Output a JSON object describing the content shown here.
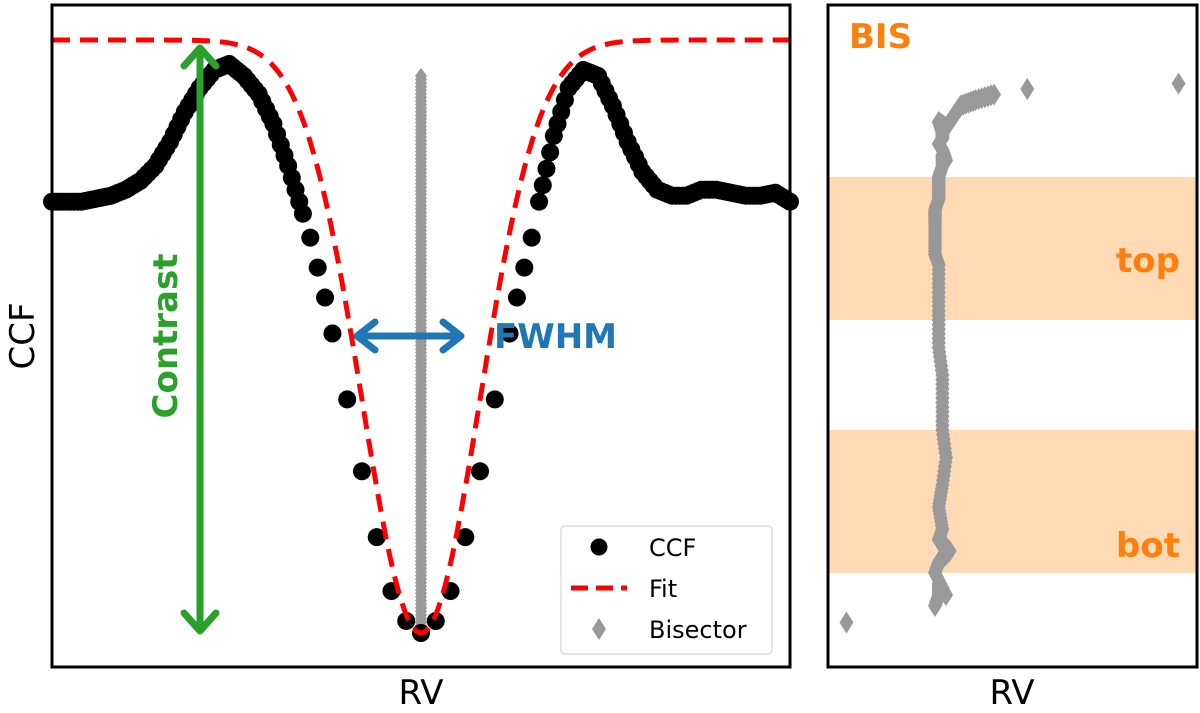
{
  "chart_data": [
    {
      "type": "scatter",
      "panel": "main",
      "title": "",
      "xlabel": "RV",
      "ylabel": "CCF",
      "xlim": [
        -1.0,
        1.0
      ],
      "ylim": [
        0.0,
        1.0
      ],
      "grid": false,
      "ticks": "none",
      "legend": {
        "placement": "bottom-right",
        "entries": [
          {
            "label": "CCF",
            "marker": "circle",
            "color": "#000000"
          },
          {
            "label": "Fit",
            "marker": "dashed-line",
            "color": "#ff0000"
          },
          {
            "label": "Bisector",
            "marker": "diamond",
            "color": "#999999"
          }
        ]
      },
      "series": [
        {
          "name": "CCF",
          "color": "#000000",
          "x": [
            -1.0,
            -0.96,
            -0.92,
            -0.88,
            -0.84,
            -0.8,
            -0.76,
            -0.72,
            -0.68,
            -0.64,
            -0.6,
            -0.56,
            -0.52,
            -0.48,
            -0.44,
            -0.4,
            -0.36,
            -0.32,
            -0.3,
            -0.28,
            -0.26,
            -0.24,
            -0.2,
            -0.16,
            -0.12,
            -0.08,
            -0.04,
            0.0,
            0.04,
            0.08,
            0.12,
            0.16,
            0.2,
            0.24,
            0.26,
            0.28,
            0.3,
            0.32,
            0.36,
            0.4,
            0.44,
            0.48,
            0.52,
            0.56,
            0.6,
            0.64,
            0.68,
            0.72,
            0.76,
            0.8,
            0.84,
            0.88,
            0.92,
            0.96,
            1.0
          ],
          "y": [
            0.72,
            0.72,
            0.72,
            0.725,
            0.73,
            0.74,
            0.755,
            0.78,
            0.82,
            0.87,
            0.91,
            0.94,
            0.95,
            0.93,
            0.9,
            0.85,
            0.78,
            0.7,
            0.66,
            0.61,
            0.56,
            0.5,
            0.39,
            0.27,
            0.16,
            0.07,
            0.02,
            0.0,
            0.02,
            0.07,
            0.16,
            0.27,
            0.39,
            0.5,
            0.56,
            0.61,
            0.66,
            0.72,
            0.83,
            0.91,
            0.94,
            0.93,
            0.88,
            0.82,
            0.77,
            0.74,
            0.73,
            0.73,
            0.74,
            0.74,
            0.735,
            0.73,
            0.73,
            0.735,
            0.72
          ]
        },
        {
          "name": "Fit",
          "type": "line",
          "style": "dashed",
          "color": "#ff0000",
          "model": "gaussian",
          "continuum": 0.99,
          "depth": 0.99,
          "center": 0.0,
          "sigma": 0.16
        },
        {
          "name": "Bisector",
          "color": "#999999",
          "x_center": 0.0,
          "y_range": [
            0.0,
            0.93
          ]
        }
      ],
      "annotations": [
        {
          "text": "Contrast",
          "color": "#2ca02c",
          "type": "double-arrow-vertical"
        },
        {
          "text": "FWHM",
          "color": "#1f77b4",
          "type": "double-arrow-horizontal"
        }
      ]
    },
    {
      "type": "scatter",
      "panel": "bisector",
      "title": "BIS",
      "xlabel": "RV",
      "ylabel": "",
      "xlim": [
        0.0,
        1.0
      ],
      "ylim": [
        0.0,
        1.0
      ],
      "grid": false,
      "ticks": "none",
      "series": [
        {
          "name": "Bisector",
          "color": "#999999",
          "x": [
            0.05,
            0.29,
            0.3,
            0.3,
            0.32,
            0.29,
            0.3,
            0.33,
            0.3,
            0.31,
            0.3,
            0.31,
            0.32,
            0.31,
            0.31,
            0.31,
            0.3,
            0.3,
            0.3,
            0.3,
            0.29,
            0.29,
            0.29,
            0.29,
            0.3,
            0.3,
            0.3,
            0.31,
            0.31,
            0.32,
            0.31,
            0.3,
            0.31,
            0.31,
            0.3,
            0.32,
            0.34,
            0.35,
            0.36,
            0.4,
            0.45,
            0.54,
            0.95
          ],
          "y": [
            0.05,
            0.08,
            0.1,
            0.12,
            0.1,
            0.14,
            0.16,
            0.18,
            0.2,
            0.22,
            0.26,
            0.3,
            0.35,
            0.4,
            0.45,
            0.5,
            0.55,
            0.6,
            0.65,
            0.7,
            0.72,
            0.75,
            0.78,
            0.8,
            0.82,
            0.84,
            0.86,
            0.88,
            0.9,
            0.89,
            0.91,
            0.92,
            0.93,
            0.94,
            0.96,
            0.95,
            0.97,
            0.98,
            0.99,
            1.0,
            1.01,
            1.02,
            1.03
          ]
        }
      ],
      "bands": [
        {
          "label": "top",
          "y_range": [
            0.6,
            0.86
          ],
          "color": "#ffdab4"
        },
        {
          "label": "bot",
          "y_range": [
            0.14,
            0.4
          ],
          "color": "#ffdab4"
        }
      ],
      "annotations": [
        {
          "text": "BIS",
          "color": "#ff7f0e"
        },
        {
          "text": "top",
          "color": "#ff7f0e"
        },
        {
          "text": "bot",
          "color": "#ff7f0e"
        }
      ]
    }
  ]
}
